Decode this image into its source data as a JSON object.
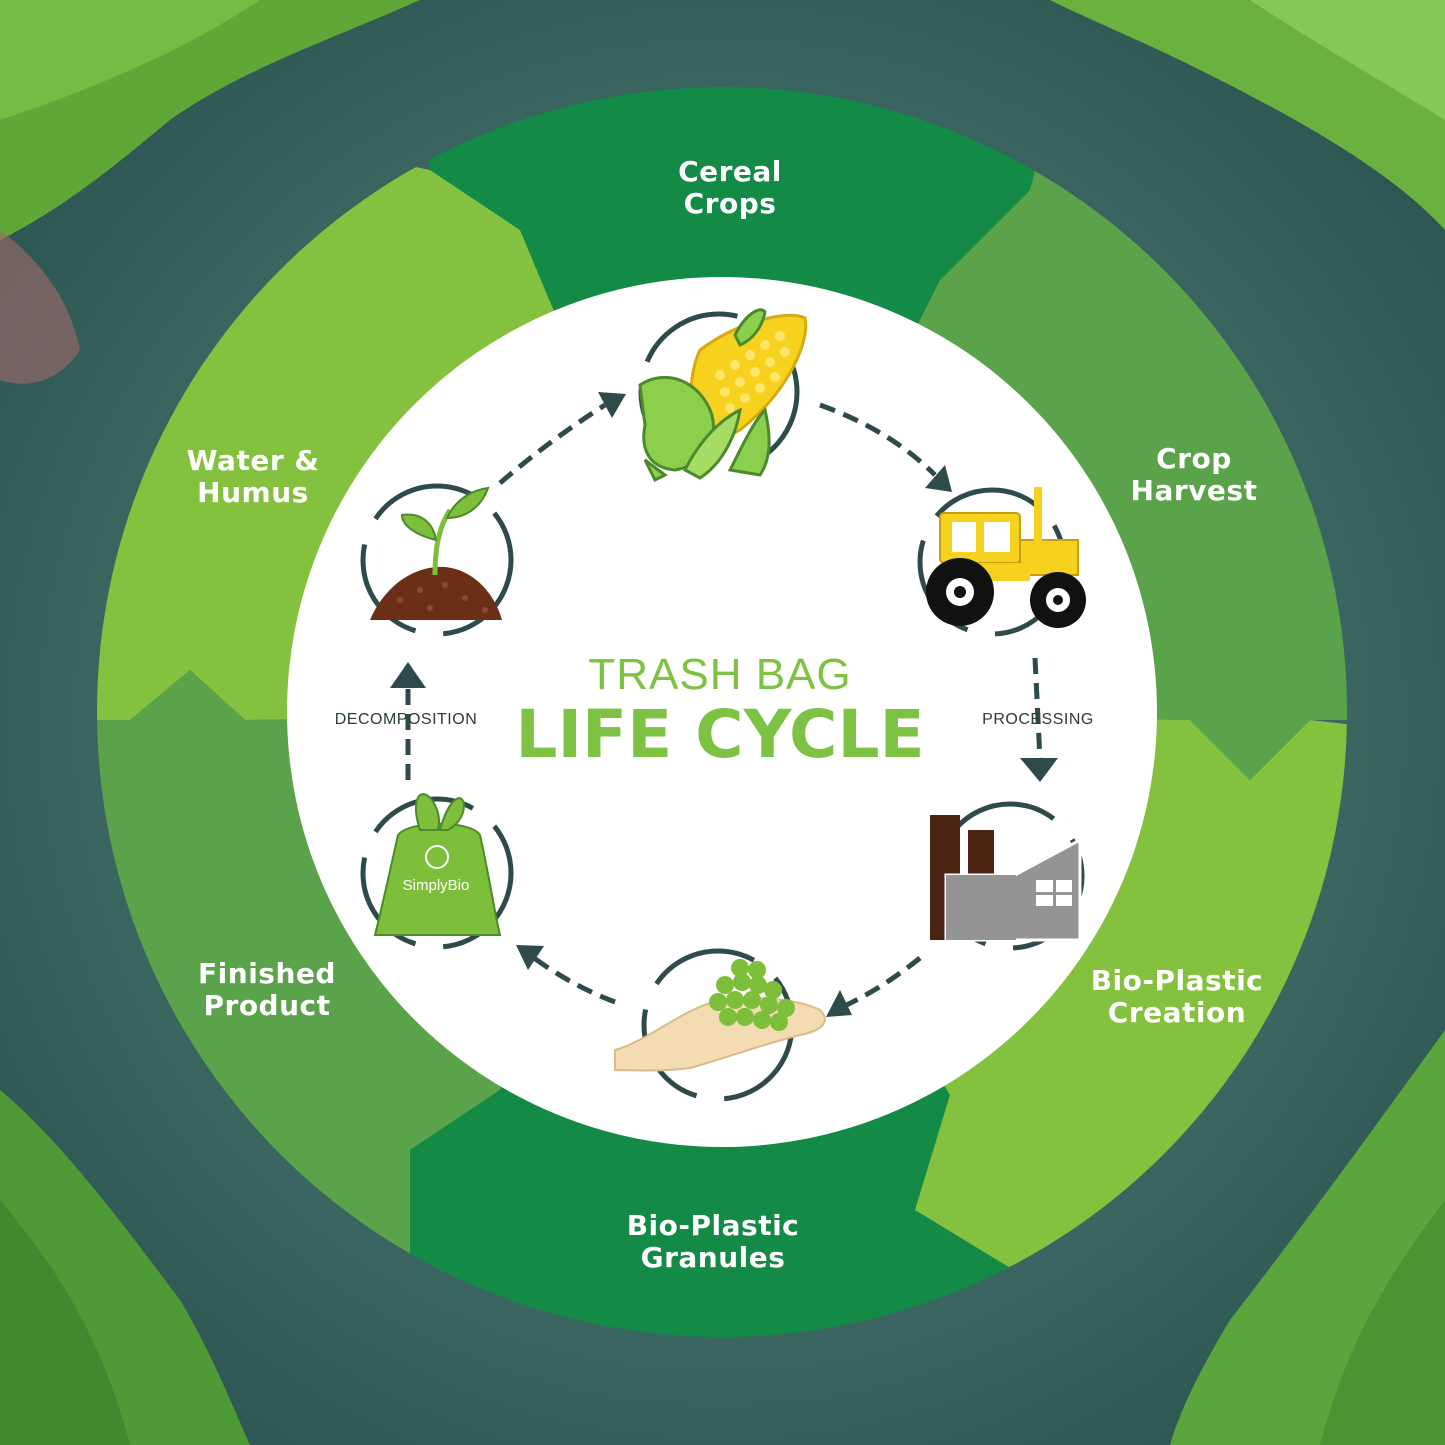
{
  "title": {
    "line1": "TRASH BAG",
    "line2": "LIFE CYCLE"
  },
  "stages": [
    {
      "line1": "Cereal",
      "line2": "Crops"
    },
    {
      "line1": "Crop",
      "line2": "Harvest"
    },
    {
      "line1": "Bio-Plastic",
      "line2": "Creation"
    },
    {
      "line1": "Bio-Plastic",
      "line2": "Granules"
    },
    {
      "line1": "Finished",
      "line2": "Product"
    },
    {
      "line1": "Water &",
      "line2": "Humus"
    }
  ],
  "process_labels": {
    "processing": "PROCESSING",
    "decomposition": "DECOMPOSITION"
  },
  "brand": "SimplyBio",
  "icons": [
    "corn-icon",
    "tractor-icon",
    "factory-icon",
    "hand-granules-icon",
    "trash-bag-icon",
    "sprout-soil-icon"
  ],
  "colors": {
    "dark_green": "#138a45",
    "mid_green": "#5ba34a",
    "light_green": "#84c13e",
    "title_green": "#7dc242",
    "arrow": "#2f4a4a"
  }
}
